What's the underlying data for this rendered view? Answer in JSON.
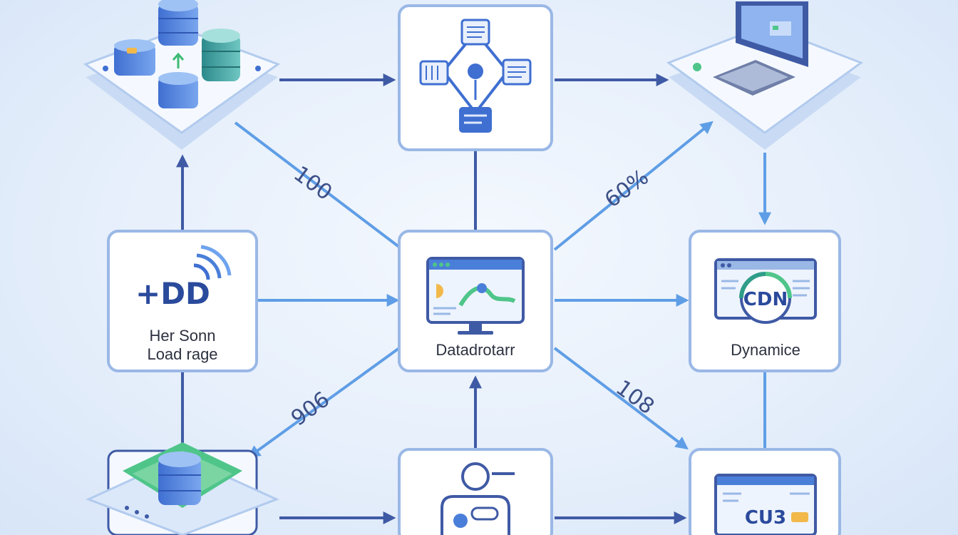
{
  "nodes": {
    "load_balancer": {
      "icon_text": "+DD",
      "line1": "Her Sonn",
      "line2": "Load rage"
    },
    "dashboard": {
      "label": "Datadrotarr"
    },
    "cdn": {
      "badge": "CDN",
      "label": "Dynamice"
    },
    "bottom_right": {
      "badge": "CU3"
    }
  },
  "edges": {
    "top_left_to_dashboard": "100",
    "dashboard_to_top_right": "60%",
    "dashboard_to_bottom_left": "906",
    "dashboard_to_bottom_right": "108"
  },
  "colors": {
    "arrow_dark": "#3f5aa5",
    "arrow_light": "#5f9ee6",
    "card_border": "#9ab8e6",
    "accent_green": "#4fc58a",
    "accent_blue": "#4a7fd9"
  }
}
